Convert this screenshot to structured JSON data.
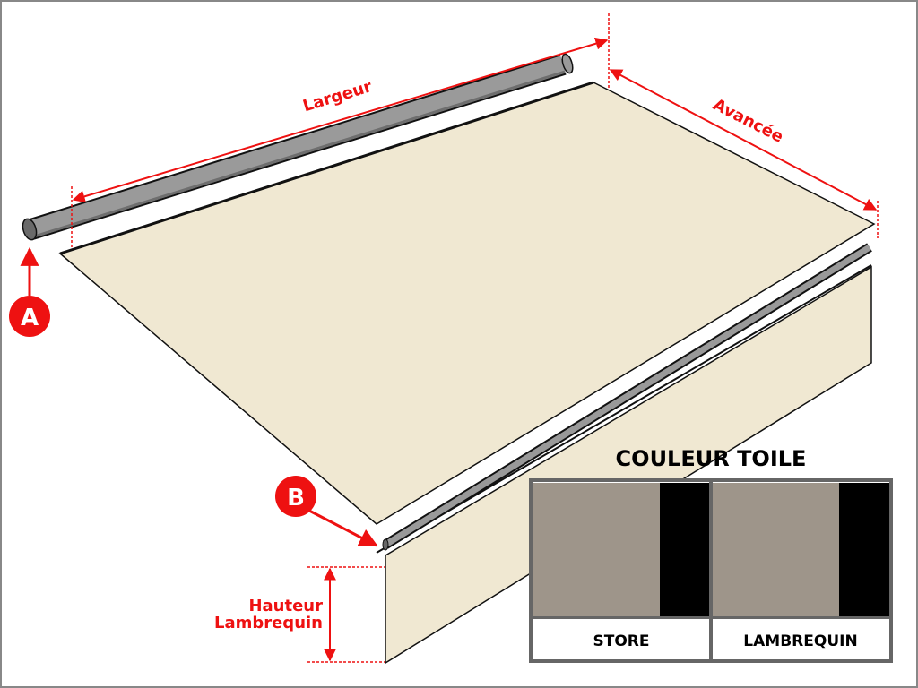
{
  "labels": {
    "largeur": "Largeur",
    "avancee": "Avancée",
    "hauteur_line1": "Hauteur",
    "hauteur_line2": "Lambrequin",
    "marker_a": "A",
    "marker_b": "B"
  },
  "legend": {
    "title": "COULEUR TOILE",
    "swatches": [
      {
        "label": "STORE",
        "fabric_color": "#9e958a",
        "stripe_color": "#000000"
      },
      {
        "label": "LAMBREQUIN",
        "fabric_color": "#9e958a",
        "stripe_color": "#000000"
      }
    ]
  },
  "colors": {
    "dimension": "#ee1111",
    "canvas": "#f0e8d2",
    "roller": "#9a9a9a",
    "frame": "#888888"
  }
}
